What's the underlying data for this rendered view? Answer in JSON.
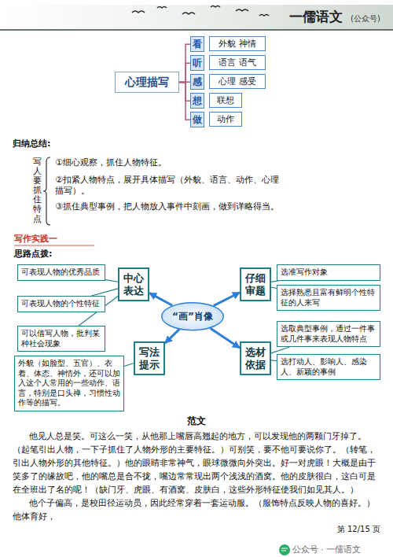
{
  "diagram": {
    "nodes": [
      {
        "text": [
          "心理描写"
        ]
      },
      {
        "text": [
          "看"
        ]
      },
      {
        "text": [
          "听"
        ]
      },
      {
        "text": [
          "感"
        ]
      },
      {
        "text": [
          "想"
        ]
      },
      {
        "text": [
          "做"
        ]
      },
      {
        "text": [
          "外貌 神情"
        ]
      },
      {
        "text": [
          "语言 语气"
        ]
      },
      {
        "text": [
          "心理 感受"
        ]
      },
      {
        "text": [
          "联想"
        ]
      },
      {
        "text": [
          "动作"
        ]
      },
      {
        "text": [
          "“画”肖像"
        ]
      },
      {
        "text": [
          "中心表达"
        ]
      },
      {
        "text": [
          "可表现人物的优秀品质"
        ]
      },
      {
        "text": [
          "可表现人物的个性特征"
        ]
      },
      {
        "text": [
          "可以借写人物，批判某种社会现象"
        ]
      },
      {
        "text": [
          "写法提示"
        ]
      },
      {
        "text": [
          "外貌（如脸型、五官）、衣着、体态、神情外，还可以加入这个人常用的一些动作、语言，特别是口头禅，习惯性动作等的描写。"
        ]
      },
      {
        "text": [
          "仔细审题"
        ]
      },
      {
        "text": [
          "选准写作对象"
        ]
      },
      {
        "text": [
          "选择熟悉且富有鲜明个性特征的人来写"
        ]
      },
      {
        "text": [
          "选材依据"
        ]
      },
      {
        "text": [
          "选取典型事例，通过一件事或几件事来表现人物特点"
        ]
      },
      {
        "text": [
          "选打动人、影响人、感染人、新颖的事例"
        ]
      }
    ],
    "edges": [
      {
        "from": 0,
        "to": 1,
        "arrow": "none"
      },
      {
        "from": 0,
        "to": 2,
        "arrow": "none"
      },
      {
        "from": 0,
        "to": 3,
        "arrow": "none"
      },
      {
        "from": 0,
        "to": 4,
        "arrow": "none"
      },
      {
        "from": 0,
        "to": 5,
        "arrow": "none"
      },
      {
        "from": 11,
        "to": 12,
        "arrow": "to"
      },
      {
        "from": 11,
        "to": 16,
        "arrow": "to"
      },
      {
        "from": 11,
        "to": 18,
        "arrow": "to"
      },
      {
        "from": 11,
        "to": 21,
        "arrow": "to"
      },
      {
        "from": 12,
        "to": 13,
        "arrow": "none"
      },
      {
        "from": 12,
        "to": 14,
        "arrow": "none"
      },
      {
        "from": 12,
        "to": 15,
        "arrow": "none"
      },
      {
        "from": 16,
        "to": 17,
        "arrow": "none"
      },
      {
        "from": 18,
        "to": 19,
        "arrow": "none"
      },
      {
        "from": 18,
        "to": 20,
        "arrow": "none"
      },
      {
        "from": 21,
        "to": 22,
        "arrow": "none"
      },
      {
        "from": 21,
        "to": 23,
        "arrow": "none"
      }
    ],
    "labels": [
      "一儒语文",
      "(公众号)",
      "归纳总结:",
      "写人要抓住特点",
      "①细心观察，抓住人物特征。",
      "②扣紧人物特点，展开具体描写（外貌、语言、动作、心理描写）。",
      "③抓住典型事例，把人物放入事件中刻画，做到详略得当。",
      "写作实践一",
      "思路点拨:",
      "范文",
      "他见人总是笑。可这么一笑，从他那上嘴唇高翘起的地方，可以发现他的两颗门牙掉了。（起笔引出人物，一下子抓住了人物外形的主要特征。）可别笑，要不他可要说你了。（转笔，引出人物外形的其他特征。）他的眼睛非常神气，眼球微微向外突出。好一对虎眼！大概是由于笑多了的缘故吧，他的嘴总是合不拢，嘴边常常现出两个浅浅的酒窝。他的皮肤很白，这白可是在全班出了名的呢！（缺门牙、虎眼、有酒窝、皮肤白，这些外形特征使我们如见其人。）",
      "他个子偏高，是校田径运动员，因此经常穿着一套运动服。（服饰特点反映人物的喜好。）他体育好，",
      "第 12/15 页",
      "公众号 · 一儒语文"
    ]
  }
}
